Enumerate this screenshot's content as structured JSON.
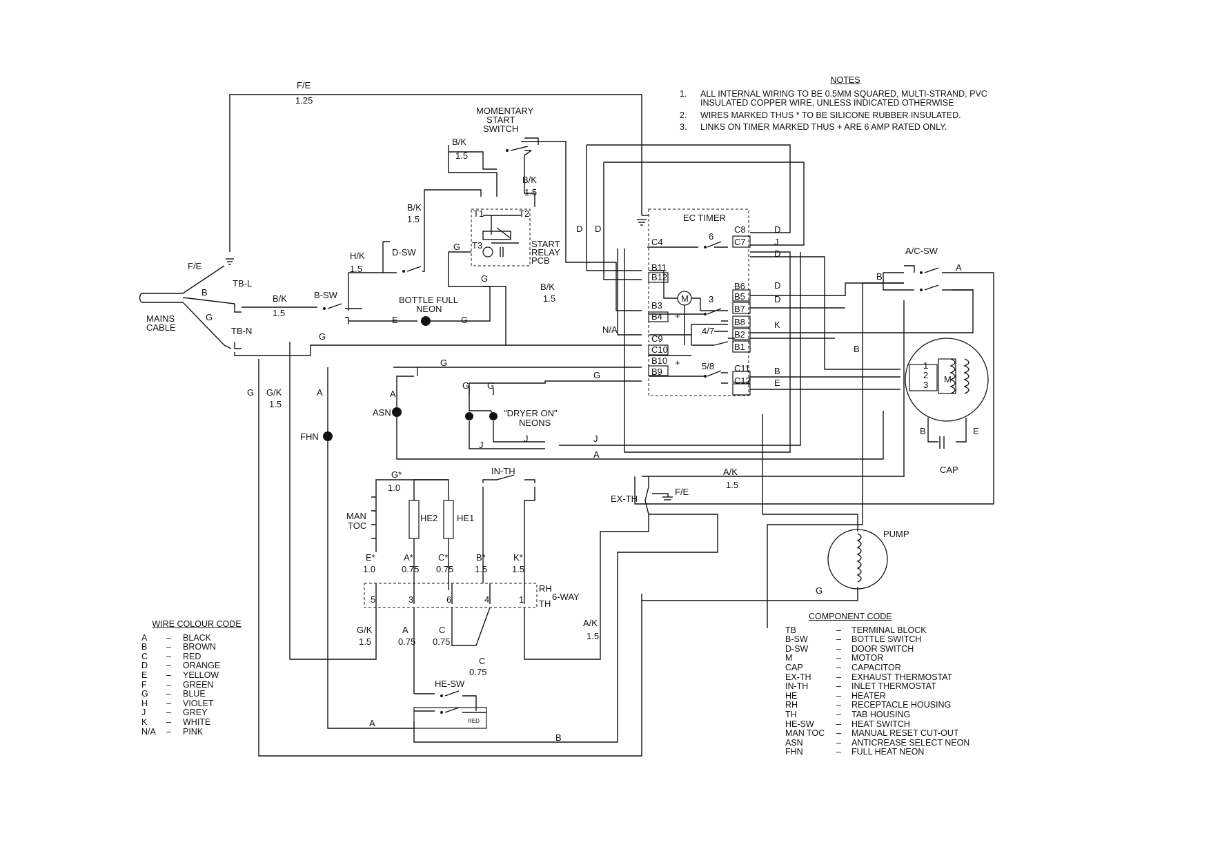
{
  "notes": {
    "heading": "NOTES",
    "items": [
      {
        "num": "1.",
        "text": "ALL INTERNAL WIRING TO BE 0.5MM SQUARED, MULTI-STRAND, PVC INSULATED COPPER WIRE, UNLESS INDICATED OTHERWISE"
      },
      {
        "num": "2.",
        "text": "WIRES MARKED THUS * TO BE SILICONE RUBBER INSULATED."
      },
      {
        "num": "3.",
        "text": "LINKS ON TIMER MARKED THUS + ARE 6 AMP RATED ONLY."
      }
    ]
  },
  "wire_colour_code": {
    "heading": "WIRE COLOUR CODE",
    "items": [
      {
        "code": "A",
        "dash": "–",
        "colour": "BLACK"
      },
      {
        "code": "B",
        "dash": "–",
        "colour": "BROWN"
      },
      {
        "code": "C",
        "dash": "–",
        "colour": "RED"
      },
      {
        "code": "D",
        "dash": "–",
        "colour": "ORANGE"
      },
      {
        "code": "E",
        "dash": "–",
        "colour": "YELLOW"
      },
      {
        "code": "F",
        "dash": "–",
        "colour": "GREEN"
      },
      {
        "code": "G",
        "dash": "–",
        "colour": "BLUE"
      },
      {
        "code": "H",
        "dash": "–",
        "colour": "VIOLET"
      },
      {
        "code": "J",
        "dash": "–",
        "colour": "GREY"
      },
      {
        "code": "K",
        "dash": "–",
        "colour": "WHITE"
      },
      {
        "code": "N/A",
        "dash": "–",
        "colour": "PINK"
      }
    ]
  },
  "component_code": {
    "heading": "COMPONENT CODE",
    "items": [
      {
        "code": "TB",
        "dash": "–",
        "name": "TERMINAL BLOCK"
      },
      {
        "code": "B-SW",
        "dash": "–",
        "name": "BOTTLE SWITCH"
      },
      {
        "code": "D-SW",
        "dash": "–",
        "name": "DOOR SWITCH"
      },
      {
        "code": "M",
        "dash": "–",
        "name": "MOTOR"
      },
      {
        "code": "CAP",
        "dash": "–",
        "name": "CAPACITOR"
      },
      {
        "code": "EX-TH",
        "dash": "–",
        "name": "EXHAUST THERMOSTAT"
      },
      {
        "code": "IN-TH",
        "dash": "–",
        "name": "INLET THERMOSTAT"
      },
      {
        "code": "HE",
        "dash": "–",
        "name": "HEATER"
      },
      {
        "code": "RH",
        "dash": "–",
        "name": "RECEPTACLE HOUSING"
      },
      {
        "code": "TH",
        "dash": "–",
        "name": "TAB HOUSING"
      },
      {
        "code": "HE-SW",
        "dash": "–",
        "name": "HEAT SWITCH"
      },
      {
        "code": "MAN TOC",
        "dash": "–",
        "name": "MANUAL RESET CUT-OUT"
      },
      {
        "code": "ASN",
        "dash": "–",
        "name": "ANTICREASE SELECT NEON"
      },
      {
        "code": "FHN",
        "dash": "–",
        "name": "FULL HEAT NEON"
      }
    ]
  },
  "labels": {
    "fe_top": "F/E",
    "fe_top_size": "1.25",
    "momentary": [
      "MOMENTARY",
      "START",
      "SWITCH"
    ],
    "bk1": "B/K",
    "bk1_size": "1.5",
    "bk2": "B/K",
    "bk2_size": "1.5",
    "bk3": "B/K",
    "bk3_size": "1.5",
    "start_relay": [
      "START",
      "RELAY",
      "PCB"
    ],
    "t1": "T1",
    "t2": "T2",
    "t3": "T3",
    "hk": "H/K",
    "hk_size": "1.5",
    "dsw": "D-SW",
    "fe_left": "F/E",
    "tbl": "TB-L",
    "tbn": "TB-N",
    "mains": [
      "MAINS",
      "CABLE"
    ],
    "b_cable": "B",
    "g_cable": "G",
    "bk4": "B/K",
    "bk4_size": "1.5",
    "bsw": "B-SW",
    "bottle_full": [
      "BOTTLE FULL",
      "NEON"
    ],
    "e_neon": "E",
    "g_neon": "G",
    "g_relay": "G",
    "g_relay2": "G",
    "bk5": "B/K",
    "bk5_size": "1.5",
    "d1": "D",
    "d2": "D",
    "na": "N/A",
    "g_tbn": "G",
    "ec_timer": "EC TIMER",
    "timer_pins": {
      "c4": "C4",
      "b11": "B11",
      "b12": "B12",
      "b3": "B3",
      "b4": "B4",
      "c9": "C9",
      "c10": "C10",
      "b10": "B10",
      "b9": "B9",
      "c8": "C8",
      "c7": "C7",
      "b6": "B6",
      "b5": "B5",
      "b7": "B7",
      "b8": "B8",
      "b2": "B2",
      "b1": "B1",
      "c11": "C11",
      "c12": "C12"
    },
    "sw6": "6",
    "sw3": "3",
    "sw47": "4/7",
    "sw58": "5/8",
    "m": "M",
    "plus1": "+",
    "plus2": "+",
    "w_d1": "D",
    "w_j": "J",
    "w_d2": "D",
    "w_d3": "D",
    "w_d4": "D",
    "w_k": "K",
    "w_b": "B",
    "w_e": "E",
    "acsw": "A/C-SW",
    "acsw_a": "A",
    "acsw_b": "B",
    "b_motor": "B",
    "motor_pins": [
      "1",
      "2",
      "3"
    ],
    "motor_m": "M",
    "cap_b": "B",
    "cap_e": "E",
    "cap": "CAP",
    "g_asn": "G",
    "a_asn": "A",
    "asn": "ASN",
    "g1": "G",
    "g2": "G",
    "g3": "G",
    "dryer_on": [
      "\"DRYER ON\"",
      "NEONS"
    ],
    "j1": "J",
    "j2": "J",
    "j3": "J",
    "a_long": "A",
    "g_left": "G",
    "gk_left": "G/K",
    "gk_left_size": "1.5",
    "a_left": "A",
    "fhn": "FHN",
    "gstar": "G*",
    "gstar_size": "1.0",
    "inth": "IN-TH",
    "ak1": "A/K",
    "ak1_size": "1.5",
    "exth": "EX-TH",
    "fe_exth": "F/E",
    "man_toc": [
      "MAN",
      "TOC"
    ],
    "he2": "HE2",
    "he1": "HE1",
    "estar": "E*",
    "estar_size": "1.0",
    "astar": "A*",
    "astar_size": "0.75",
    "cstar": "C*",
    "cstar_size": "0.75",
    "bstar": "B*",
    "bstar_size": "1.5",
    "kstar": "K*",
    "kstar_size": "1.5",
    "rh": "RH",
    "th": "TH",
    "six_way": "6-WAY",
    "pins": [
      "5",
      "3",
      "6",
      "4",
      "1"
    ],
    "gk_bot": "G/K",
    "gk_bot_size": "1.5",
    "a_bot": "A",
    "a_bot_size": "0.75",
    "c_bot": "C",
    "c_bot_size": "0.75",
    "c_bot2": "C",
    "c_bot2_size": "0.75",
    "ak2": "A/K",
    "ak2_size": "1.5",
    "hesw": "HE-SW",
    "red": "RED",
    "a_bottom": "A",
    "b_bottom": "B",
    "pump": "PUMP",
    "g_pump": "G"
  }
}
